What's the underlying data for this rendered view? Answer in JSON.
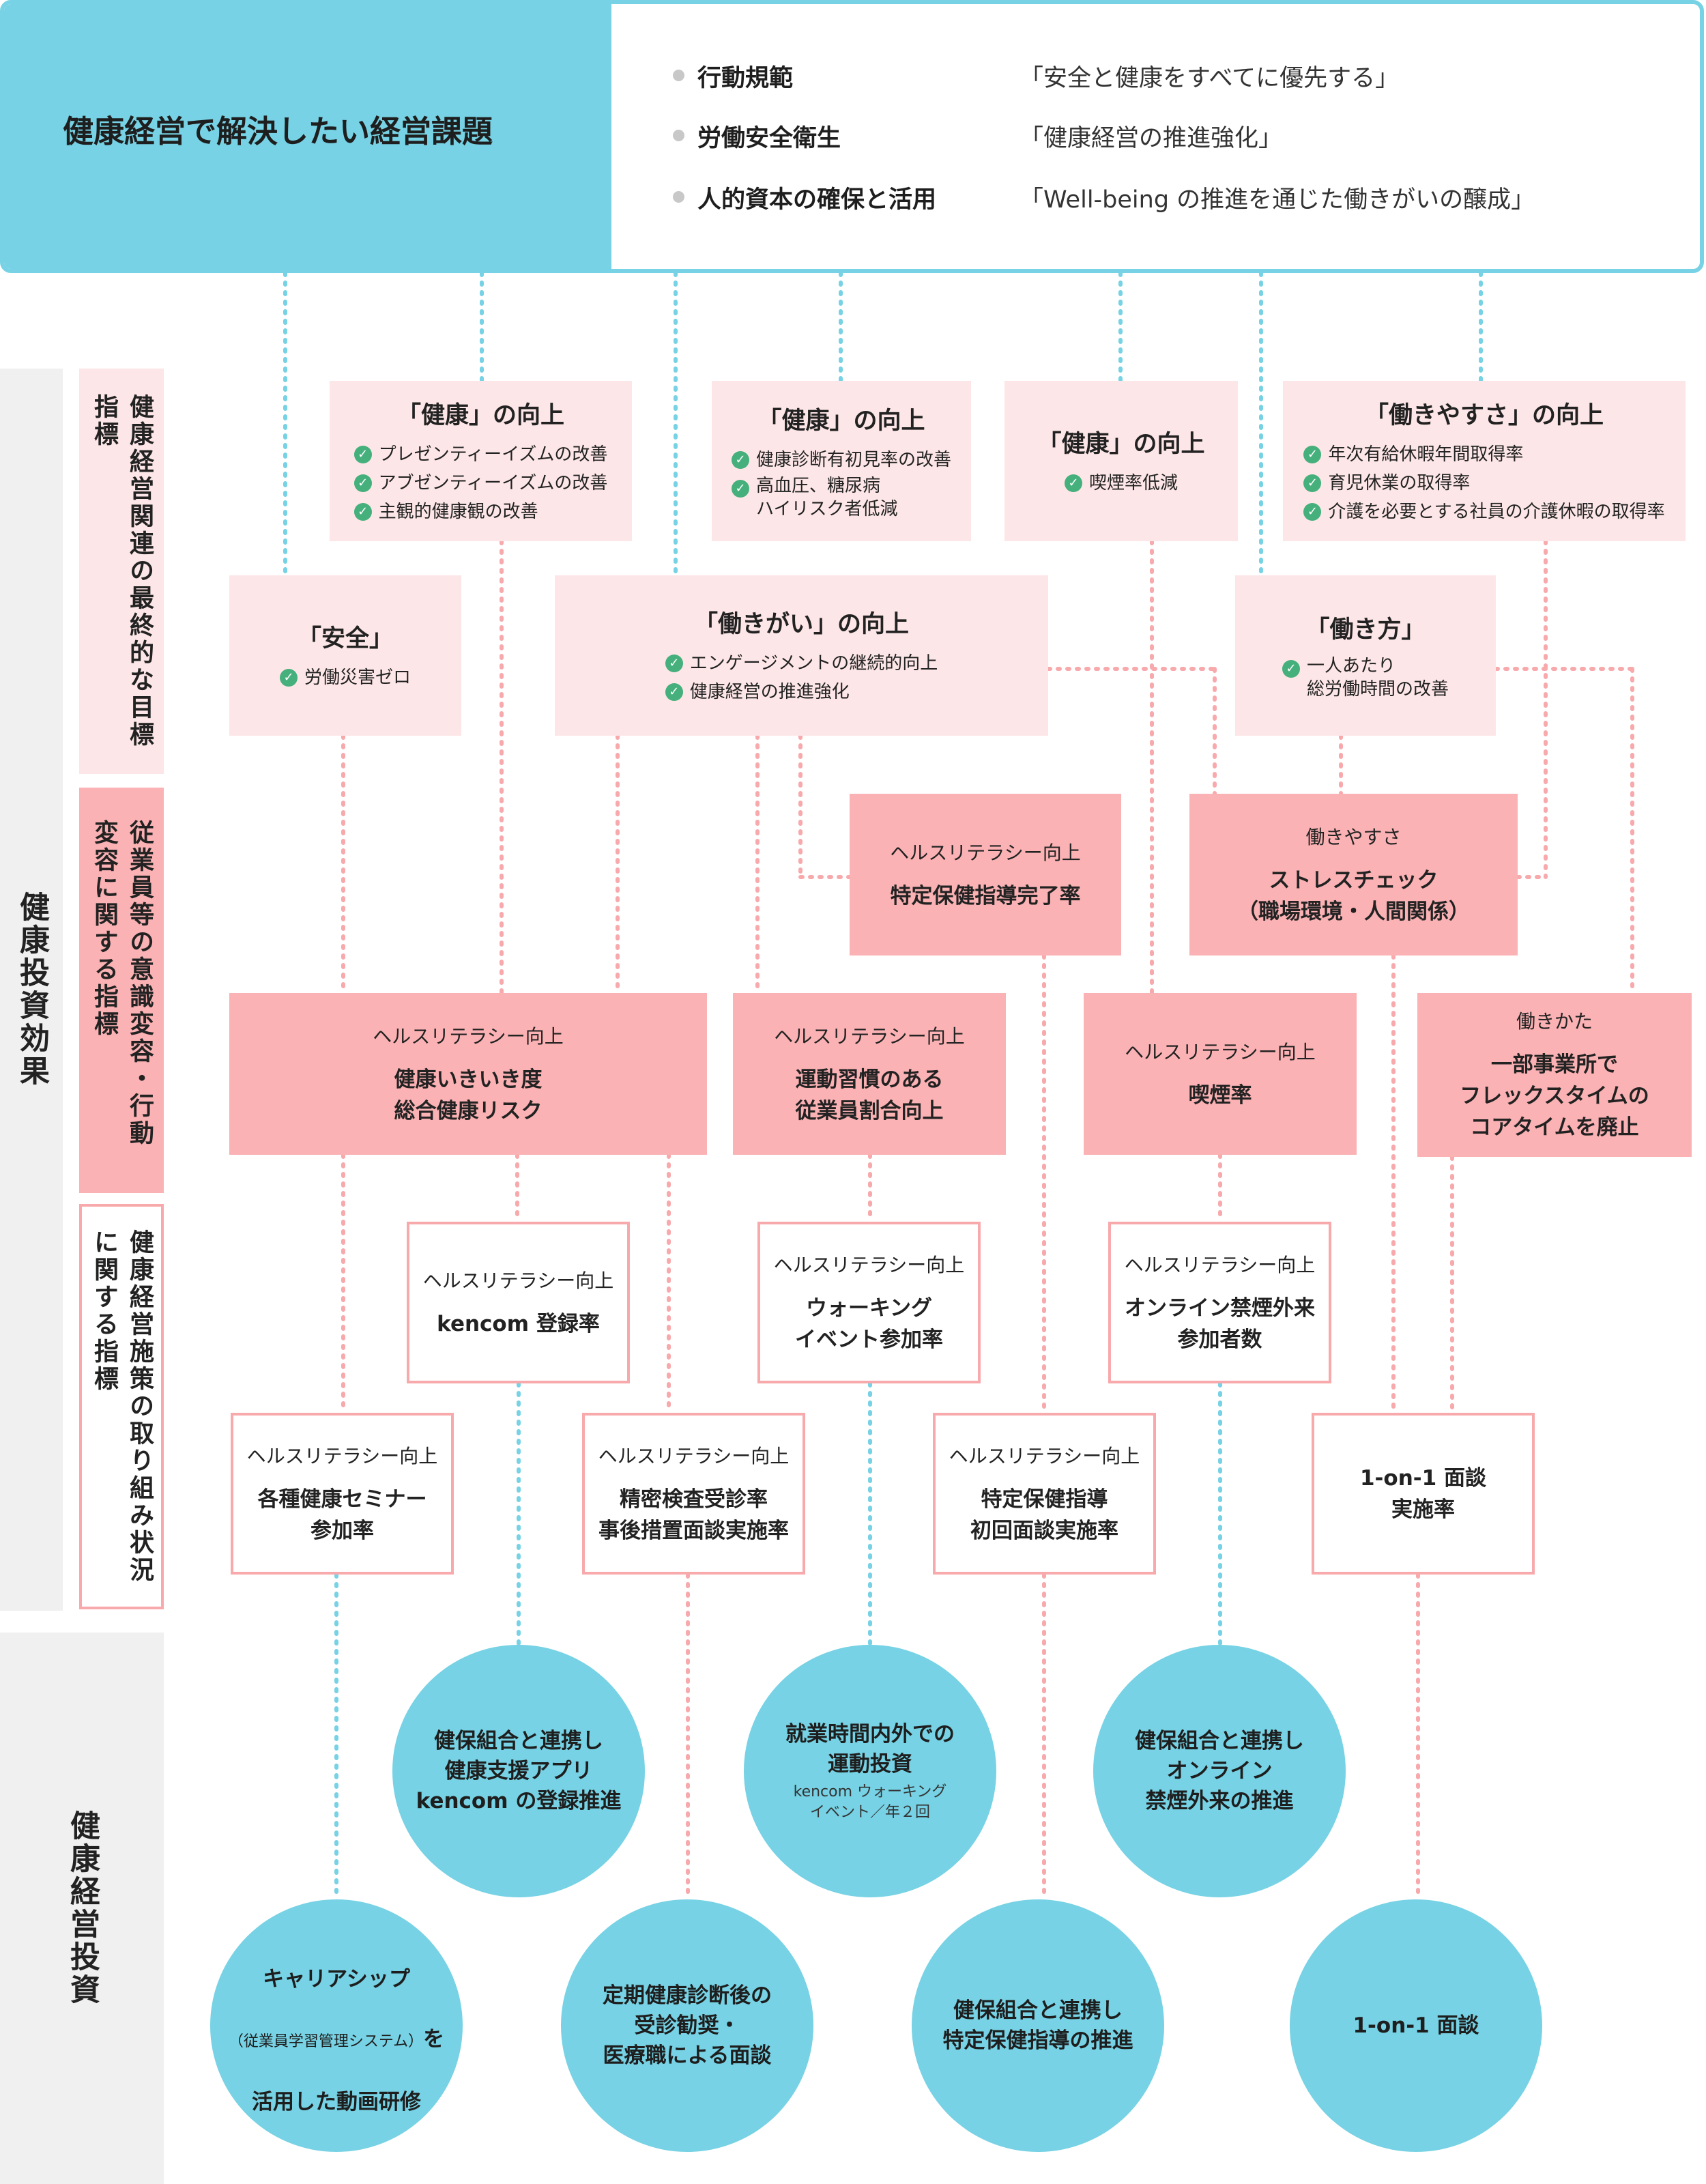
{
  "header": {
    "title": "健康経営で解決したい経営課題",
    "policies": [
      {
        "name": "行動規範",
        "value": "「安全と健康をすべてに優先する」"
      },
      {
        "name": "労働安全衛生",
        "value": "「健康経営の推進強化」"
      },
      {
        "name": "人的資本の確保と活用",
        "value": "「Well-being の推進を通じた働きがいの醸成」"
      }
    ]
  },
  "side_labels": {
    "investment_effect": "健康投資効果",
    "final_goal": "健康経営関連の最終的な目標指標",
    "behavior_change": "従業員等の意識変容・行動変容に関する指標",
    "initiative_status": "健康経営施策の取り組み状況に関する指標",
    "investment": "健康経営投資"
  },
  "goals": [
    {
      "title": "「健康」の向上",
      "items": [
        "プレゼンティーイズムの改善",
        "アブゼンティーイズムの改善",
        "主観的健康観の改善"
      ]
    },
    {
      "title": "「健康」の向上",
      "items": [
        "健康診断有初見率の改善",
        "高血圧、糖尿病\nハイリスク者低減"
      ]
    },
    {
      "title": "「健康」の向上",
      "items": [
        "喫煙率低減"
      ]
    },
    {
      "title": "「働きやすさ」の向上",
      "items": [
        "年次有給休暇年間取得率",
        "育児休業の取得率",
        "介護を必要とする社員の介護休暇の取得率"
      ]
    },
    {
      "title": "「安全」",
      "items": [
        "労働災害ゼロ"
      ]
    },
    {
      "title": "「働きがい」の向上",
      "items": [
        "エンゲージメントの継続的向上",
        "健康経営の推進強化"
      ]
    },
    {
      "title": "「働き方」",
      "items": [
        "一人あたり\n総労働時間の改善"
      ]
    }
  ],
  "behavior_metrics": [
    {
      "category": "ヘルスリテラシー向上",
      "label": "特定保健指導完了率"
    },
    {
      "category": "働きやすさ",
      "label": "ストレスチェック\n（職場環境・人間関係）"
    },
    {
      "category": "ヘルスリテラシー向上",
      "label": "健康いきいき度\n総合健康リスク"
    },
    {
      "category": "ヘルスリテラシー向上",
      "label": "運動習慣のある\n従業員割合向上"
    },
    {
      "category": "ヘルスリテラシー向上",
      "label": "喫煙率"
    },
    {
      "category": "働きかた",
      "label": "一部事業所で\nフレックスタイムの\nコアタイムを廃止"
    }
  ],
  "initiative_metrics": [
    {
      "category": "ヘルスリテラシー向上",
      "label": "kencom 登録率"
    },
    {
      "category": "ヘルスリテラシー向上",
      "label": "ウォーキング\nイベント参加率"
    },
    {
      "category": "ヘルスリテラシー向上",
      "label": "オンライン禁煙外来\n参加者数"
    },
    {
      "category": "ヘルスリテラシー向上",
      "label": "各種健康セミナー\n参加率"
    },
    {
      "category": "ヘルスリテラシー向上",
      "label": "精密検査受診率\n事後措置面談実施率"
    },
    {
      "category": "ヘルスリテラシー向上",
      "label": "特定保健指導\n初回面談実施率"
    },
    {
      "category": "",
      "label": "1-on-1 面談\n実施率"
    }
  ],
  "investments": [
    {
      "label": "健保組合と連携し\n健康支援アプリ\nkencom の登録推進",
      "note": ""
    },
    {
      "label": "就業時間内外での\n運動投資",
      "note": "kencom ウォーキング\nイベント／年２回"
    },
    {
      "label": "健保組合と連携し\nオンライン\n禁煙外来の推進",
      "note": ""
    },
    {
      "label_a": "キャリアシップ",
      "label_b": "（従業員学習管理システム）",
      "label_c": "を",
      "label_d": "活用した動画研修"
    },
    {
      "label": "定期健康診断後の\n受診勧奨・\n医療職による面談",
      "note": ""
    },
    {
      "label": "健保組合と連携し\n特定保健指導の推進",
      "note": ""
    },
    {
      "label": "1-on-1 面談",
      "note": ""
    }
  ],
  "colors": {
    "cyan": "#76d2e4",
    "light_pink": "#fde6e7",
    "mid_pink": "#fbb2b4",
    "border_pink": "#f8a9ac",
    "check_green": "#45b07c",
    "band_gray": "#f0f0f0"
  }
}
